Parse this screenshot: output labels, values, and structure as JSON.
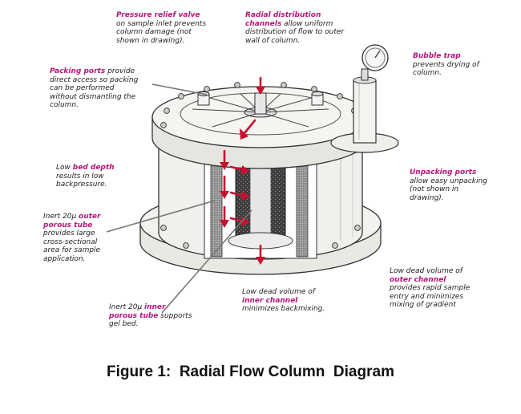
{
  "colors": {
    "accent": "#b5177a",
    "arrow": "#c8102e",
    "leader": "#777777"
  },
  "annotations": {
    "pressure_relief": {
      "keyword": "Pressure relief valve",
      "lines": [
        "on sample inlet prevents",
        "column damage (not",
        "shown in drawing)."
      ]
    },
    "radial_channels": {
      "keyword_lines": [
        "Radial distribution",
        "channels"
      ],
      "trail": " allow uniform",
      "lines": [
        "distribution of flow to outer",
        "wall of column."
      ]
    },
    "bubble_trap": {
      "keyword": "Bubble trap",
      "lines": [
        "prevents drying of",
        "column."
      ]
    },
    "packing_ports": {
      "keyword": "Packing ports",
      "trail": " provide",
      "lines": [
        "direct access so packing",
        "can be performed",
        "without dismantling the",
        "column."
      ]
    },
    "low_bed": {
      "lead": "Low ",
      "keyword": "bed depth",
      "lines": [
        "results in low",
        "backpressure."
      ]
    },
    "unpacking_ports": {
      "keyword": "Unpacking ports",
      "lines": [
        "allow easy unpacking",
        "(not shown in",
        "drawing)."
      ]
    },
    "outer_porous": {
      "lead": "Inert 20μ ",
      "keyword_lines": [
        "outer",
        "porous tube"
      ],
      "lines": [
        "provides large",
        "cross-sectional",
        "area for sample",
        "application."
      ]
    },
    "outer_channel": {
      "lead": "Low dead volume of",
      "keyword": "outer channel",
      "lines": [
        "provides rapid sample",
        "entry and minimizes",
        "mixing of gradient"
      ]
    },
    "inner_channel": {
      "lead": "Low dead volume of",
      "keyword": "inner channel",
      "lines": [
        "minimizes backmixing."
      ]
    },
    "inner_porous": {
      "lead": "Inert 20μ ",
      "keyword_lines": [
        "inner",
        "porous tube"
      ],
      "trail": " supports",
      "lines": [
        "gel bed."
      ]
    }
  },
  "caption": "Figure 1:  Radial Flow Column  Diagram"
}
